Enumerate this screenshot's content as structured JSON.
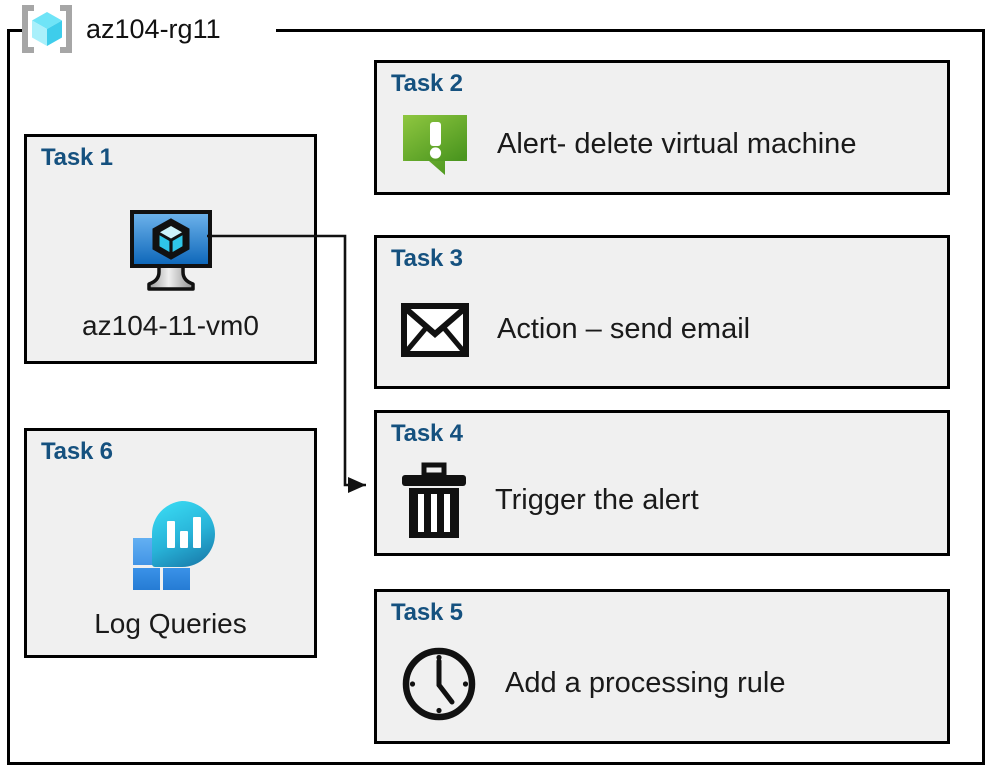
{
  "resource_group": {
    "name": "az104-rg11",
    "icon": "azure-resource-group-icon"
  },
  "colors": {
    "task_label": "#15517f",
    "card_bg": "#f0f0f0",
    "card_border": "#000000",
    "alert_green_light": "#8cc63e",
    "alert_green_dark": "#4f9a22",
    "vm_blue_light": "#5fa9e8",
    "vm_blue_dark": "#0f6cbd",
    "log_cyan": "#32d0ee",
    "log_teal": "#1b87b5",
    "log_tile_light": "#50a9f0",
    "log_tile_dark": "#2382d9"
  },
  "tasks": [
    {
      "label": "Task 1",
      "text": "az104-11-vm0",
      "icon": "virtual-machine-icon",
      "column": 1
    },
    {
      "label": "Task 2",
      "text": "Alert- delete virtual machine",
      "icon": "alert-exclamation-icon",
      "column": 2
    },
    {
      "label": "Task 3",
      "text": "Action – send email",
      "icon": "envelope-icon",
      "column": 2
    },
    {
      "label": "Task 4",
      "text": "Trigger the alert",
      "icon": "trash-can-icon",
      "column": 2
    },
    {
      "label": "Task 5",
      "text": "Add a processing rule",
      "icon": "clock-icon",
      "column": 2
    },
    {
      "label": "Task 6",
      "text": "Log Queries",
      "icon": "log-analytics-icon",
      "column": 1
    }
  ],
  "connector": {
    "from": "Task 1",
    "to": "Task 4",
    "arrow": "arrowhead-right"
  }
}
